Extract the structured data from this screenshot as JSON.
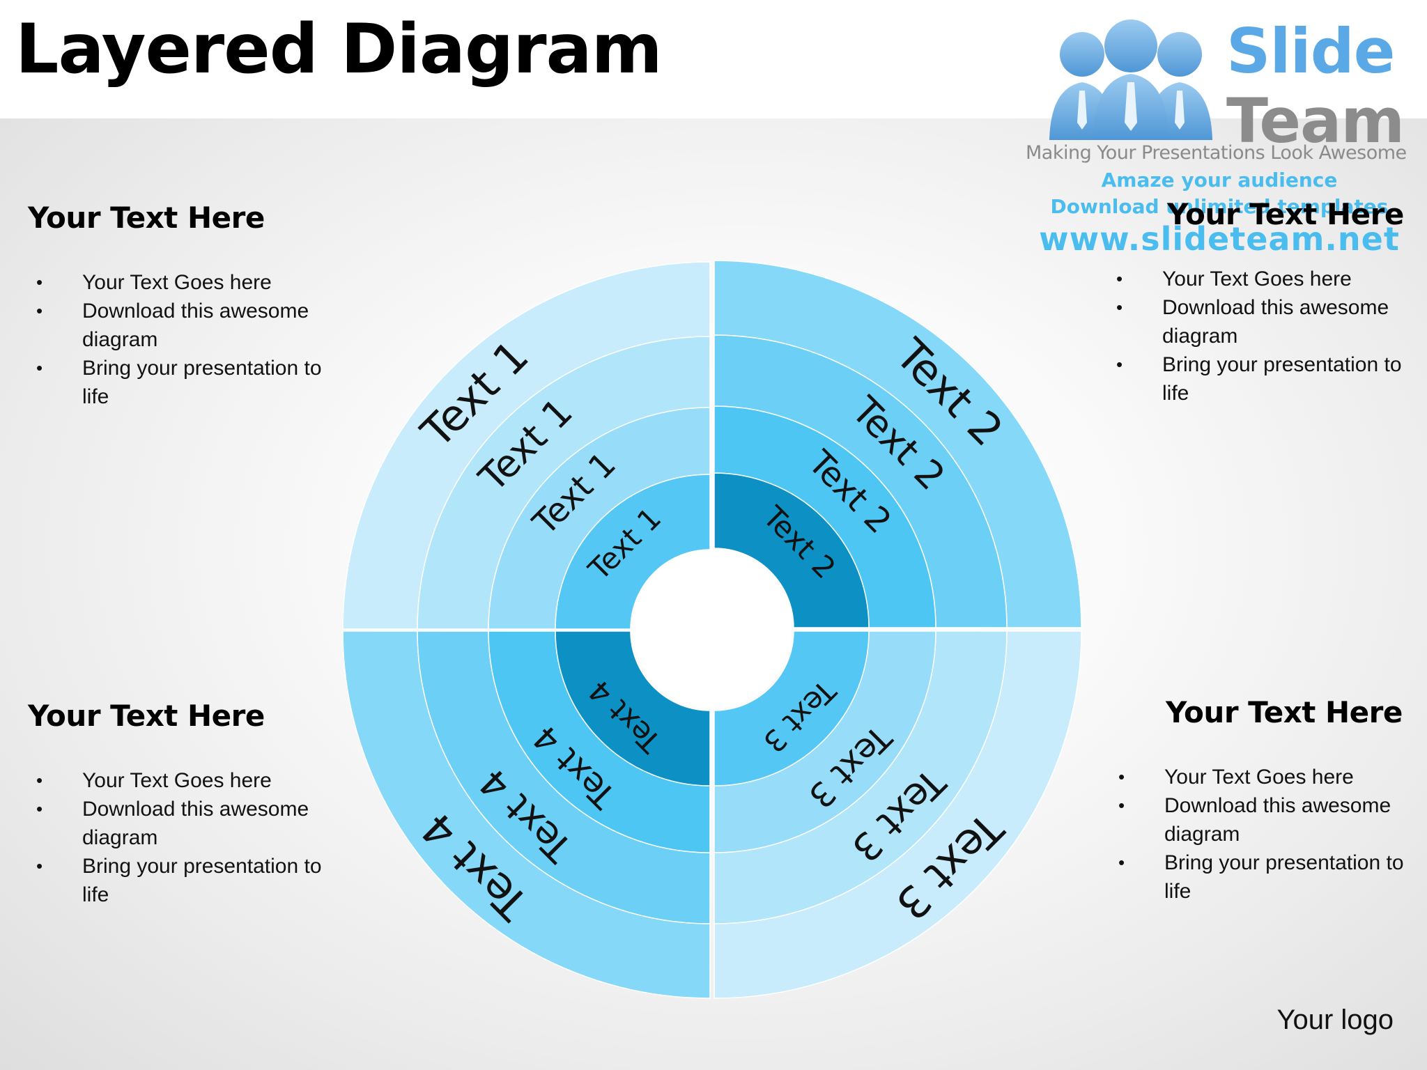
{
  "title": "Layered Diagram",
  "watermark": {
    "brand_line1": "Slide",
    "brand_line2": "Team",
    "tagline": "Making Your Presentations Look Awesome",
    "line1": "Amaze your audience",
    "line2": "Download unlimited templates",
    "url": "www.slideteam.net",
    "icon": "people-group-icon"
  },
  "panels": {
    "top_left": {
      "heading": "Your Text Here",
      "bullets": [
        "Your Text Goes here",
        "Download this awesome diagram",
        "Bring your presentation to life"
      ]
    },
    "top_right": {
      "heading": "Your Text Here",
      "bullets": [
        "Your Text Goes here",
        "Download this awesome diagram",
        "Bring your presentation to life"
      ]
    },
    "bottom_left": {
      "heading": "Your Text Here",
      "bullets": [
        "Your Text Goes here",
        "Download this awesome diagram",
        "Bring your presentation to life"
      ]
    },
    "bottom_right": {
      "heading": "Your Text Here",
      "bullets": [
        "Your Text Goes here",
        "Download this awesome diagram",
        "Bring your presentation to life"
      ]
    }
  },
  "diagram": {
    "quadrants": [
      {
        "id": "q1",
        "label": "Text 1",
        "colors": [
          "#c8ecfb",
          "#b1e5fa",
          "#97dcf9",
          "#55c7f4"
        ]
      },
      {
        "id": "q2",
        "label": "Text 2",
        "colors": [
          "#85d8f7",
          "#6bcff6",
          "#4ec6f4",
          "#0d90c3"
        ]
      },
      {
        "id": "q3",
        "label": "Text 3",
        "colors": [
          "#c8ecfb",
          "#b1e5fa",
          "#97dcf9",
          "#55c7f4"
        ]
      },
      {
        "id": "q4",
        "label": "Text 4",
        "colors": [
          "#85d8f7",
          "#6bcff6",
          "#4ec6f4",
          "#0d90c3"
        ]
      }
    ]
  },
  "footer": {
    "logo_text": "Your logo"
  }
}
